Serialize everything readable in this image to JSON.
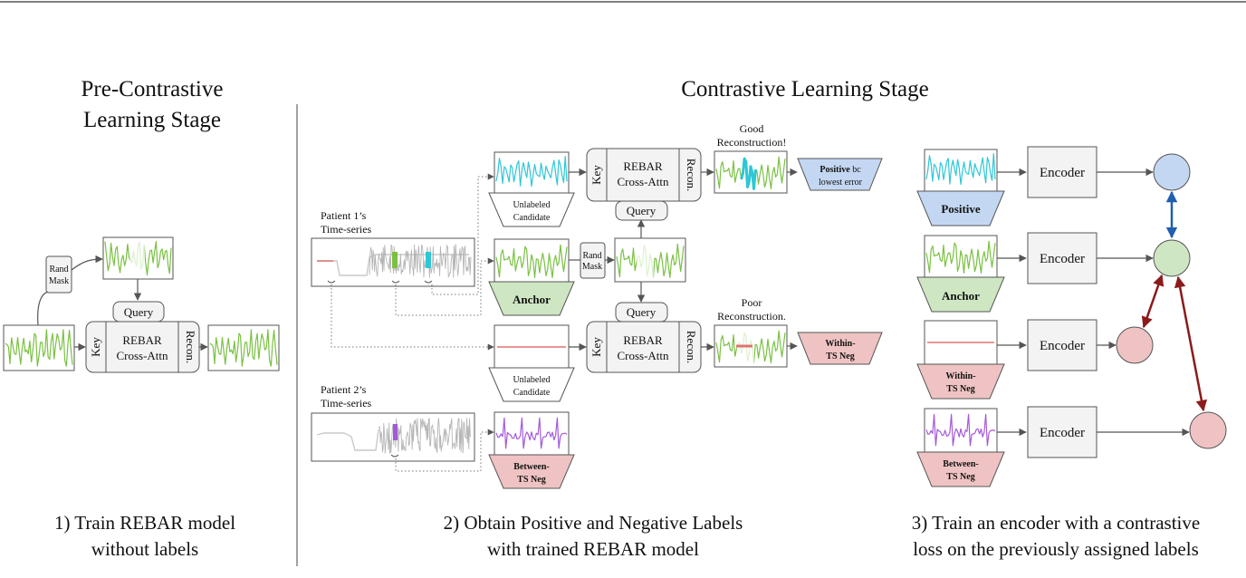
{
  "stages": {
    "pre_title_line1": "Pre-Contrastive",
    "pre_title_line2": "Learning Stage",
    "contrastive_title": "Contrastive Learning Stage"
  },
  "captions": {
    "step1_line1": "1) Train REBAR model",
    "step1_line2": "without labels",
    "step2_line1": "2) Obtain Positive and Negative Labels",
    "step2_line2": "with trained REBAR model",
    "step3_line1": "3) Train an encoder with a contrastive",
    "step3_line2": "loss on the previously assigned labels"
  },
  "rebar": {
    "name_line1": "REBAR",
    "name_line2": "Cross-Attn",
    "key": "Key",
    "recon": "Recon.",
    "query": "Query",
    "rand_mask_line1": "Rand",
    "rand_mask_line2": "Mask"
  },
  "patients": {
    "p1_line1": "Patient 1’s",
    "p1_line2": "Time-series",
    "p2_line1": "Patient 2’s",
    "p2_line2": "Time-series"
  },
  "labels": {
    "unlabeled_line1": "Unlabeled",
    "unlabeled_line2": "Candidate",
    "anchor": "Anchor",
    "positive": "Positive",
    "within_line1": "Within-",
    "within_line2": "TS Neg",
    "between_line1": "Between-",
    "between_line2": "TS Neg",
    "good_recon_line1": "Good",
    "good_recon_line2": "Reconstruction!",
    "poor_recon_line1": "Poor",
    "poor_recon_line2": "Reconstruction.",
    "positive_bc": "Positive",
    "positive_bc_rest": " bc",
    "lowest_error": "lowest error"
  },
  "encoder": {
    "label": "Encoder"
  },
  "colors": {
    "signal_green": "#7ac143",
    "signal_cyan": "#2ec7d6",
    "signal_purple": "#a35ad8",
    "signal_red": "#e0736f",
    "signal_gray": "#b5b5b5",
    "positive_fill": "#c4d7f2",
    "anchor_fill": "#cfe6c3",
    "negative_fill": "#efc3c3",
    "pull_arrow": "#1f5fb0",
    "push_arrow": "#8b1a1a"
  }
}
